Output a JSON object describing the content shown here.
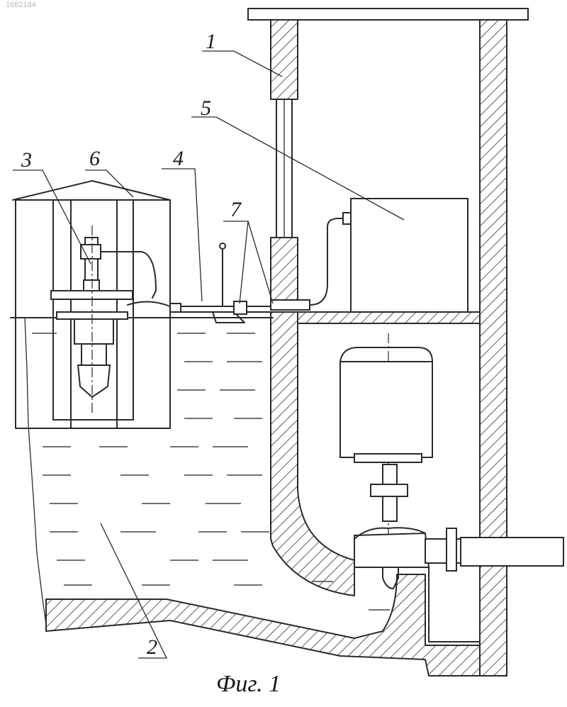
{
  "stamp": "1682184",
  "caption": "Фиг. 1",
  "labels": {
    "l1": "1",
    "l2": "2",
    "l3": "3",
    "l4": "4",
    "l5": "5",
    "l6": "6",
    "l7": "7"
  }
}
